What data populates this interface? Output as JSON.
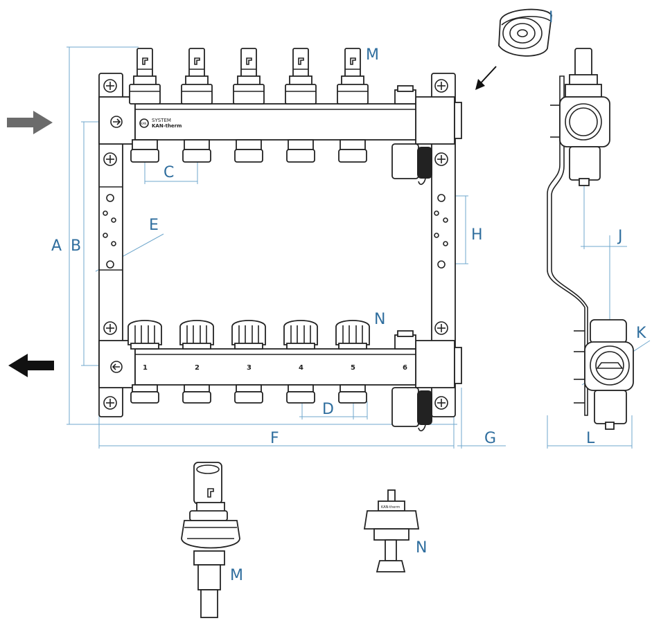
{
  "labels": {
    "A": "A",
    "B": "B",
    "C": "C",
    "D": "D",
    "E": "E",
    "F": "F",
    "G": "G",
    "H": "H",
    "I": "I",
    "J": "J",
    "K": "K",
    "L": "L",
    "M_top": "M",
    "N_top": "N",
    "M_detail": "M",
    "N_detail": "N"
  },
  "manifold_text": {
    "brand_line1": "SYSTEM",
    "brand_line2": "KAN-therm",
    "logo_short": "KAN",
    "valve_label": "KAN-therm"
  },
  "circuit_numbers": [
    "1",
    "2",
    "3",
    "4",
    "5",
    "6"
  ],
  "colors": {
    "dimension": "#2f6e9e",
    "outline": "#222222",
    "arrow": "#6b6b6b",
    "arrow_return": "#111111"
  },
  "icons": {
    "flow_in": "arrow-right-icon",
    "flow_out": "arrow-left-icon",
    "bolt": "bolt-cross-icon"
  }
}
